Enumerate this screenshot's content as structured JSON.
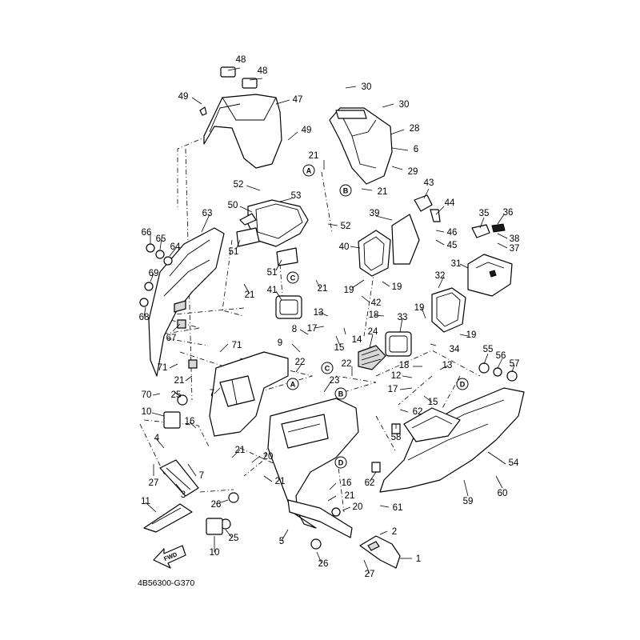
{
  "diagram": {
    "code": "4B56300-G370",
    "fwd_label": "FWD",
    "callouts": [
      {
        "id": "48",
        "label": "48"
      },
      {
        "id": "48b",
        "label": "48"
      },
      {
        "id": "47",
        "label": "47"
      },
      {
        "id": "49",
        "label": "49"
      },
      {
        "id": "49b",
        "label": "49"
      },
      {
        "id": "30",
        "label": "30"
      },
      {
        "id": "30b",
        "label": "30"
      },
      {
        "id": "28",
        "label": "28"
      },
      {
        "id": "6",
        "label": "6"
      },
      {
        "id": "29",
        "label": "29"
      },
      {
        "id": "21a",
        "label": "21"
      },
      {
        "id": "21b",
        "label": "21"
      },
      {
        "id": "43",
        "label": "43"
      },
      {
        "id": "44",
        "label": "44"
      },
      {
        "id": "46",
        "label": "46"
      },
      {
        "id": "45",
        "label": "45"
      },
      {
        "id": "35",
        "label": "35"
      },
      {
        "id": "36",
        "label": "36"
      },
      {
        "id": "38",
        "label": "38"
      },
      {
        "id": "37",
        "label": "37"
      },
      {
        "id": "52",
        "label": "52"
      },
      {
        "id": "53",
        "label": "53"
      },
      {
        "id": "50",
        "label": "50"
      },
      {
        "id": "52b",
        "label": "52"
      },
      {
        "id": "39",
        "label": "39"
      },
      {
        "id": "63",
        "label": "63"
      },
      {
        "id": "66",
        "label": "66"
      },
      {
        "id": "65",
        "label": "65"
      },
      {
        "id": "64",
        "label": "64"
      },
      {
        "id": "51",
        "label": "51"
      },
      {
        "id": "51b",
        "label": "51"
      },
      {
        "id": "40",
        "label": "40"
      },
      {
        "id": "31",
        "label": "31"
      },
      {
        "id": "69",
        "label": "69"
      },
      {
        "id": "21c",
        "label": "21"
      },
      {
        "id": "19a",
        "label": "19"
      },
      {
        "id": "19b",
        "label": "19"
      },
      {
        "id": "32",
        "label": "32"
      },
      {
        "id": "41",
        "label": "41"
      },
      {
        "id": "21d",
        "label": "21"
      },
      {
        "id": "42",
        "label": "42"
      },
      {
        "id": "68",
        "label": "68"
      },
      {
        "id": "13a",
        "label": "13"
      },
      {
        "id": "19c",
        "label": "19"
      },
      {
        "id": "18a",
        "label": "18"
      },
      {
        "id": "17a",
        "label": "17"
      },
      {
        "id": "8",
        "label": "8"
      },
      {
        "id": "67",
        "label": "67"
      },
      {
        "id": "24",
        "label": "24"
      },
      {
        "id": "33",
        "label": "33"
      },
      {
        "id": "14",
        "label": "14"
      },
      {
        "id": "15a",
        "label": "15"
      },
      {
        "id": "19d",
        "label": "19"
      },
      {
        "id": "34",
        "label": "34"
      },
      {
        "id": "9",
        "label": "9"
      },
      {
        "id": "71a",
        "label": "71"
      },
      {
        "id": "55",
        "label": "55"
      },
      {
        "id": "56",
        "label": "56"
      },
      {
        "id": "57",
        "label": "57"
      },
      {
        "id": "22a",
        "label": "22"
      },
      {
        "id": "22b",
        "label": "22"
      },
      {
        "id": "18b",
        "label": "18"
      },
      {
        "id": "13b",
        "label": "13"
      },
      {
        "id": "71b",
        "label": "71"
      },
      {
        "id": "12",
        "label": "12"
      },
      {
        "id": "23",
        "label": "23"
      },
      {
        "id": "21e",
        "label": "21"
      },
      {
        "id": "7a",
        "label": "7"
      },
      {
        "id": "17b",
        "label": "17"
      },
      {
        "id": "15b",
        "label": "15"
      },
      {
        "id": "70",
        "label": "70"
      },
      {
        "id": "25a",
        "label": "25"
      },
      {
        "id": "10a",
        "label": "10"
      },
      {
        "id": "16a",
        "label": "16"
      },
      {
        "id": "62a",
        "label": "62"
      },
      {
        "id": "58",
        "label": "58"
      },
      {
        "id": "4",
        "label": "4"
      },
      {
        "id": "21f",
        "label": "21"
      },
      {
        "id": "20a",
        "label": "20"
      },
      {
        "id": "27a",
        "label": "27"
      },
      {
        "id": "7b",
        "label": "7"
      },
      {
        "id": "21g",
        "label": "21"
      },
      {
        "id": "54",
        "label": "54"
      },
      {
        "id": "3",
        "label": "3"
      },
      {
        "id": "62b",
        "label": "62"
      },
      {
        "id": "16b",
        "label": "16"
      },
      {
        "id": "21h",
        "label": "21"
      },
      {
        "id": "59",
        "label": "59"
      },
      {
        "id": "60",
        "label": "60"
      },
      {
        "id": "11",
        "label": "11"
      },
      {
        "id": "26a",
        "label": "26"
      },
      {
        "id": "20b",
        "label": "20"
      },
      {
        "id": "61",
        "label": "61"
      },
      {
        "id": "25b",
        "label": "25"
      },
      {
        "id": "2",
        "label": "2"
      },
      {
        "id": "5",
        "label": "5"
      },
      {
        "id": "10b",
        "label": "10"
      },
      {
        "id": "1",
        "label": "1"
      },
      {
        "id": "26b",
        "label": "26"
      },
      {
        "id": "27b",
        "label": "27"
      }
    ],
    "markers": [
      {
        "id": "A1",
        "label": "A"
      },
      {
        "id": "B1",
        "label": "B"
      },
      {
        "id": "C1",
        "label": "C"
      },
      {
        "id": "C2",
        "label": "C"
      },
      {
        "id": "A2",
        "label": "A"
      },
      {
        "id": "B2",
        "label": "B"
      },
      {
        "id": "D1",
        "label": "D"
      },
      {
        "id": "D2",
        "label": "D"
      }
    ]
  }
}
